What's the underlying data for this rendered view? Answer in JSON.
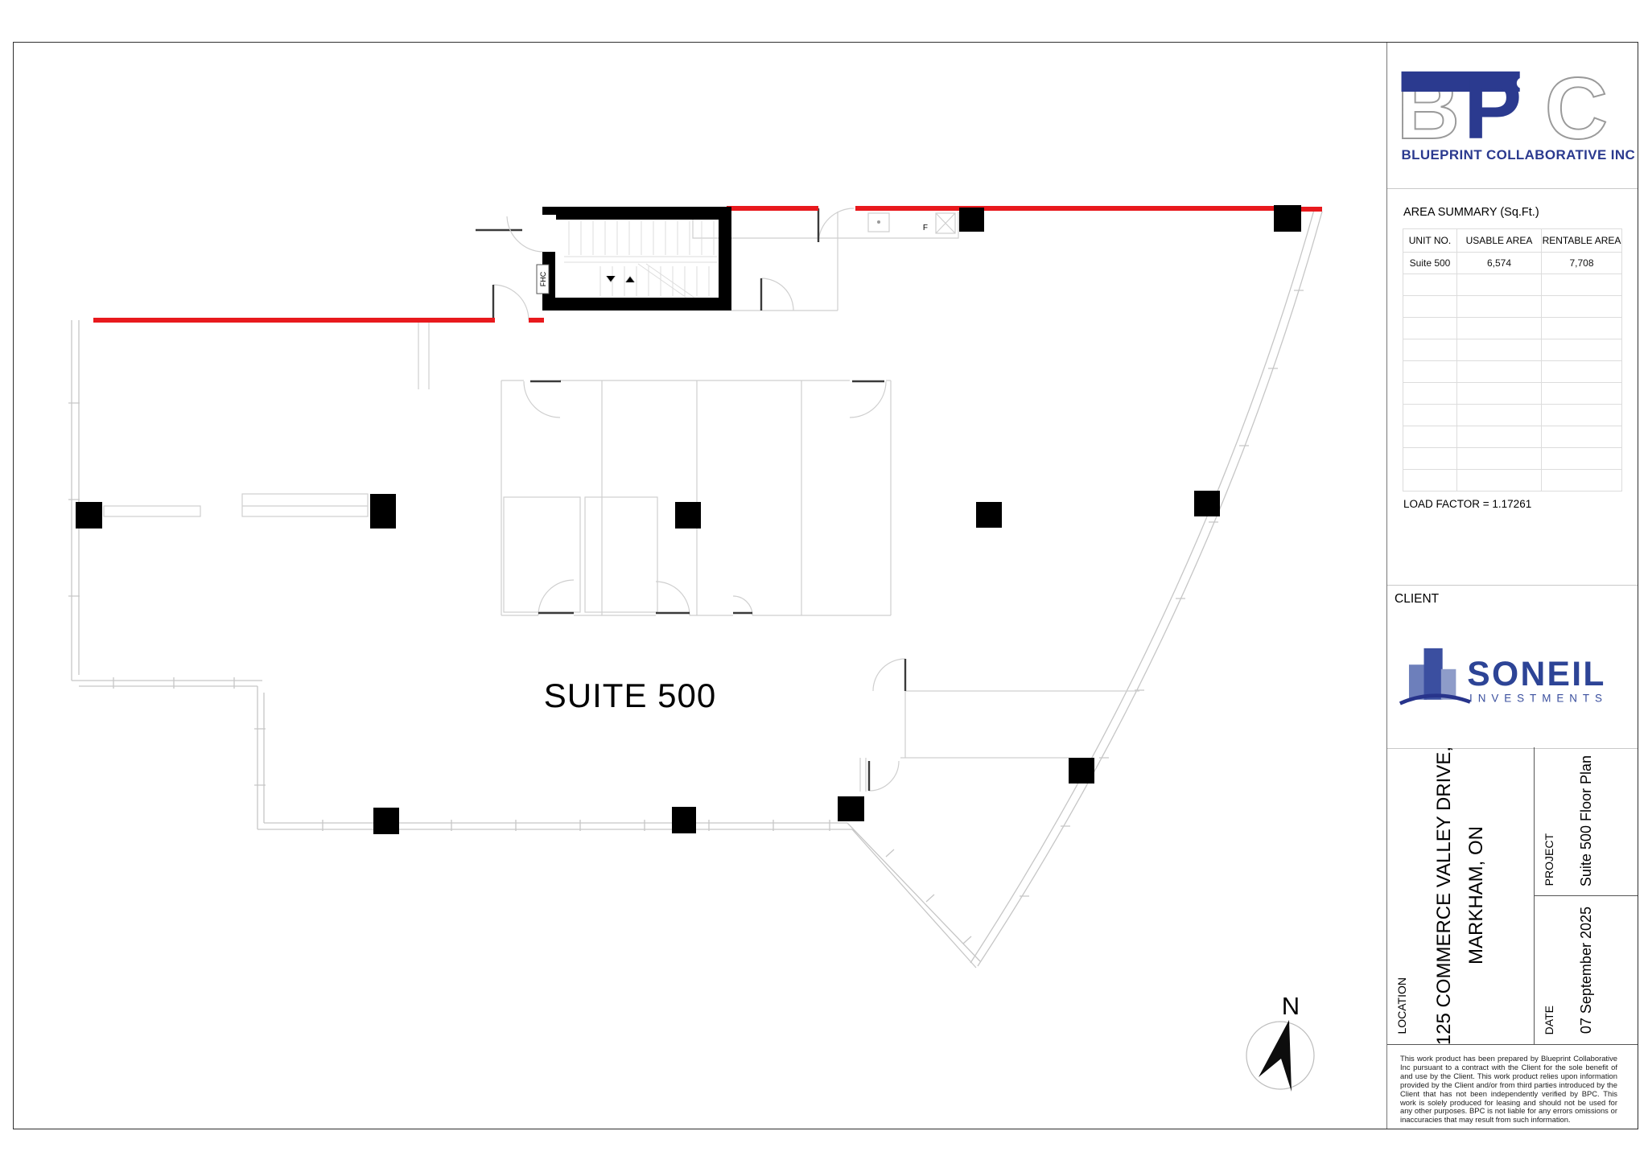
{
  "branding": {
    "letters": [
      "B",
      "P",
      "C"
    ],
    "name": "BLUEPRINT COLLABORATIVE INC"
  },
  "area_summary": {
    "title": "AREA SUMMARY (Sq.Ft.)",
    "columns": [
      "UNIT NO.",
      "USABLE AREA",
      "RENTABLE AREA"
    ],
    "rows": [
      {
        "unit": "Suite 500",
        "usable": "6,574",
        "rentable": "7,708"
      }
    ],
    "load_factor_label": "LOAD FACTOR = 1.17261"
  },
  "client": {
    "label": "CLIENT",
    "name": "SONEIL",
    "subname": "INVESTMENTS"
  },
  "title_block": {
    "location_label": "LOCATION",
    "location_line1": "125 COMMERCE VALLEY DRIVE,",
    "location_line2": "MARKHAM, ON",
    "project_label": "PROJECT",
    "project_value": "Suite 500 Floor Plan",
    "date_label": "DATE",
    "date_value": "07 September 2025"
  },
  "disclaimer": "This work product has been prepared by Blueprint Collaborative Inc pursuant to a contract with the Client for the sole benefit of and use by the Client. This work product relies upon information provided by the Client and/or from third parties introduced by the Client that has not been independently verified by BPC. This work is solely produced for leasing and should not be used for any other purposes. BPC is not liable for any errors omissions or inaccuracies that may result from such information.",
  "plan": {
    "suite_label": "SUITE 500",
    "stair_label": "FHC",
    "fridge_label": "F",
    "north_label": "N"
  },
  "colors": {
    "demising_red": "#e8191d",
    "brand_blue": "#2b3a8f",
    "soneil_blue": "#2d4496"
  }
}
